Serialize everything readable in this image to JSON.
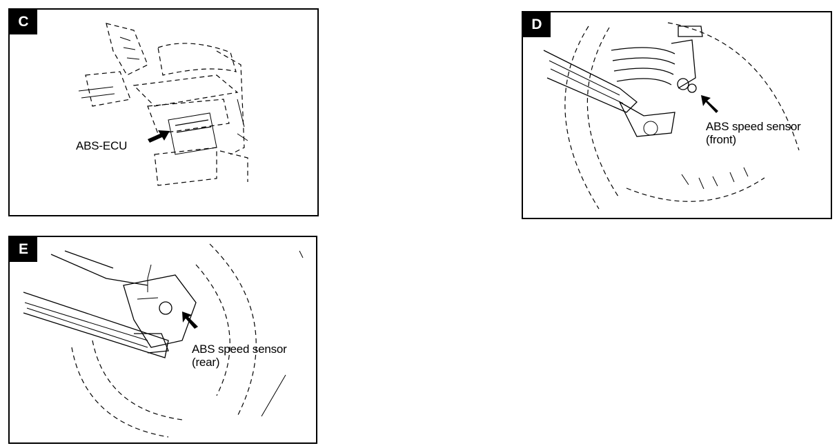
{
  "panels": [
    {
      "tag": "C",
      "callout": [
        "ABS-ECU"
      ]
    },
    {
      "tag": "D",
      "callout": [
        "ABS speed sensor",
        "(front)"
      ]
    },
    {
      "tag": "E",
      "callout": [
        "ABS speed sensor",
        "(rear)"
      ]
    }
  ]
}
